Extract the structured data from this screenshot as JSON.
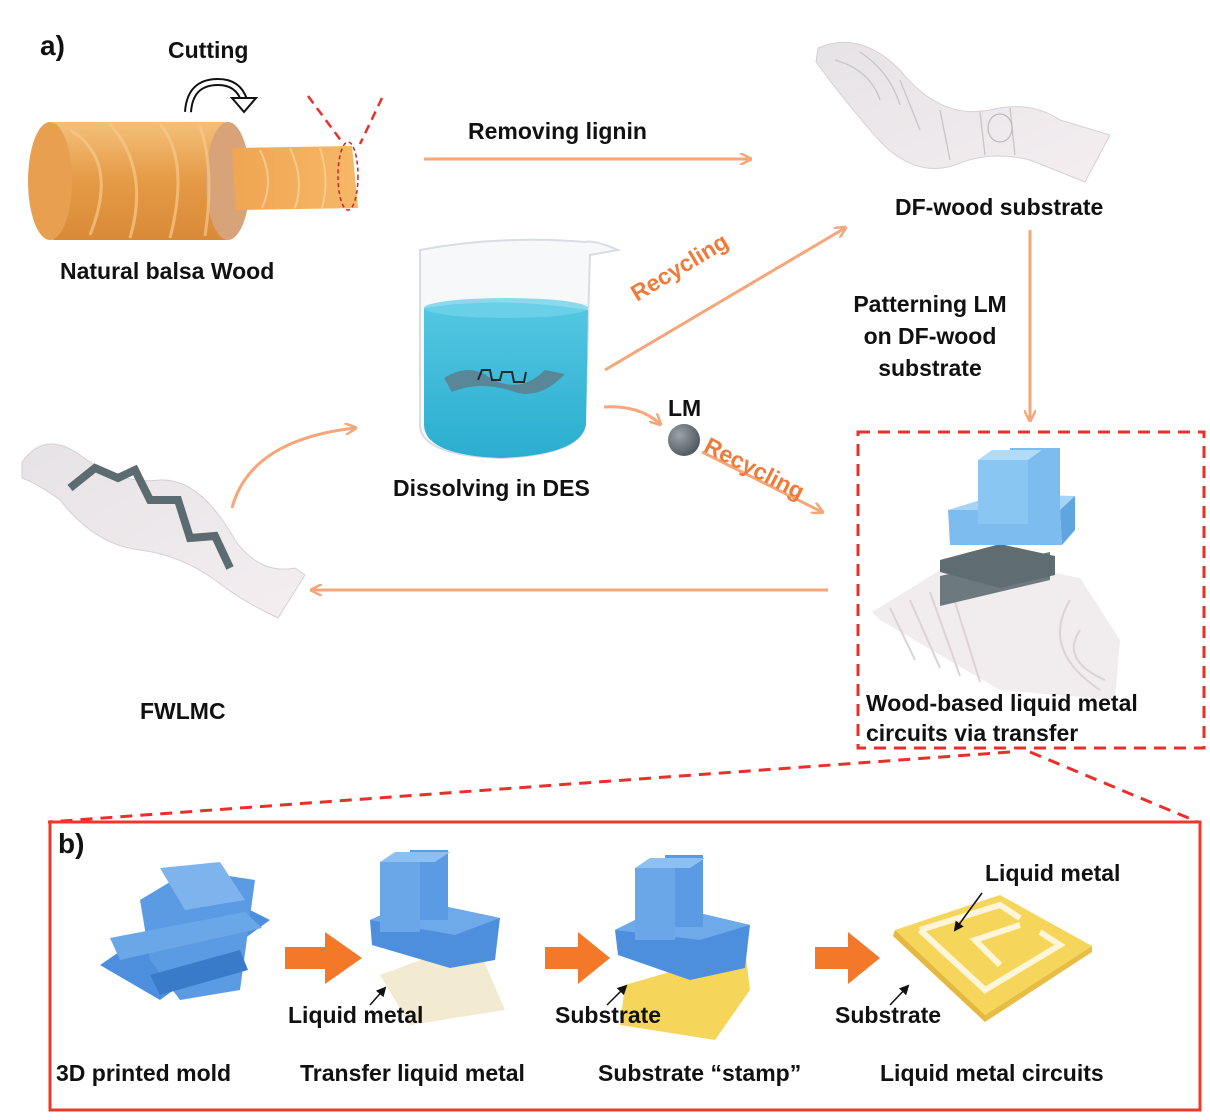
{
  "panel_a": {
    "label": "a)",
    "cutting": "Cutting",
    "natural_wood": "Natural balsa Wood",
    "removing_lignin": "Removing lignin",
    "df_wood": "DF-wood substrate",
    "patterning": [
      "Patterning LM",
      "on DF-wood",
      "substrate"
    ],
    "recycling_1": "Recycling",
    "recycling_2": "Recycling",
    "lm": "LM",
    "dissolving": "Dissolving in DES",
    "fwlmc": "FWLMC",
    "wood_based": [
      "Wood-based liquid metal",
      "circuits via transfer"
    ]
  },
  "panel_b": {
    "label": "b)",
    "steps": [
      {
        "caption": "3D printed mold"
      },
      {
        "caption": "Transfer liquid metal",
        "pointer": "Liquid metal"
      },
      {
        "caption": "Substrate “stamp”",
        "pointer": "Substrate"
      },
      {
        "caption": "Liquid metal circuits",
        "pointer": "Substrate",
        "pointer_top": "Liquid metal"
      }
    ]
  },
  "colors": {
    "arrow": "#f5a67a",
    "arrow_text": "#f07a3a",
    "dashed_red": "#e8302a",
    "frame_red": "#f0382a",
    "mold_blue": "#4d8fdc",
    "stamp_blue": "#7dbcef",
    "des_cyan": "#35b7d6",
    "wood": "#e8a55a",
    "substrate_yellow": "#f6d65a",
    "lm_grey": "#5f6a70"
  }
}
